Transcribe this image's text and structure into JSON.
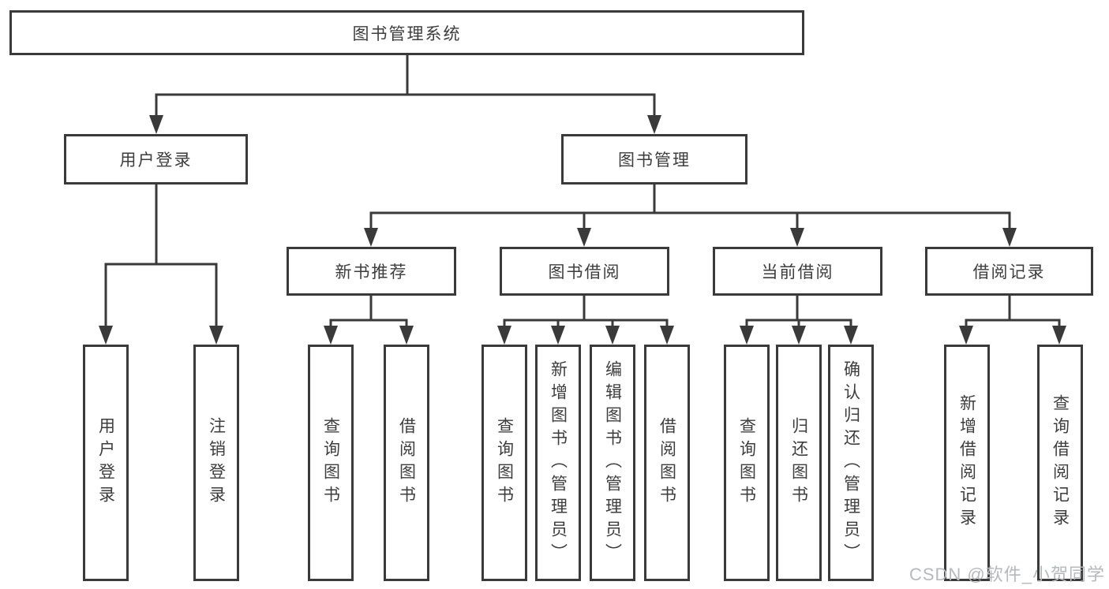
{
  "diagram": {
    "title": "图书管理系统",
    "branches": [
      {
        "label": "用户登录",
        "children": [
          {
            "label": "用户登录"
          },
          {
            "label": "注销登录"
          }
        ]
      },
      {
        "label": "图书管理",
        "children": [
          {
            "label": "新书推荐",
            "children": [
              {
                "label": "查询图书"
              },
              {
                "label": "借阅图书"
              }
            ]
          },
          {
            "label": "图书借阅",
            "children": [
              {
                "label": "查询图书"
              },
              {
                "label": "新增图书（管理员）"
              },
              {
                "label": "编辑图书（管理员）"
              },
              {
                "label": "借阅图书"
              }
            ]
          },
          {
            "label": "当前借阅",
            "children": [
              {
                "label": "查询图书"
              },
              {
                "label": "归还图书"
              },
              {
                "label": "确认归还（管理员）"
              }
            ]
          },
          {
            "label": "借阅记录",
            "children": [
              {
                "label": "新增借阅记录"
              },
              {
                "label": "查询借阅记录"
              }
            ]
          }
        ]
      }
    ]
  },
  "watermark": "CSDN @软件_小贺同学",
  "colors": {
    "line": "#3a3a3a",
    "text": "#3d3d3d",
    "box_background": "#ffffff",
    "watermark": "#b5b9bd"
  }
}
